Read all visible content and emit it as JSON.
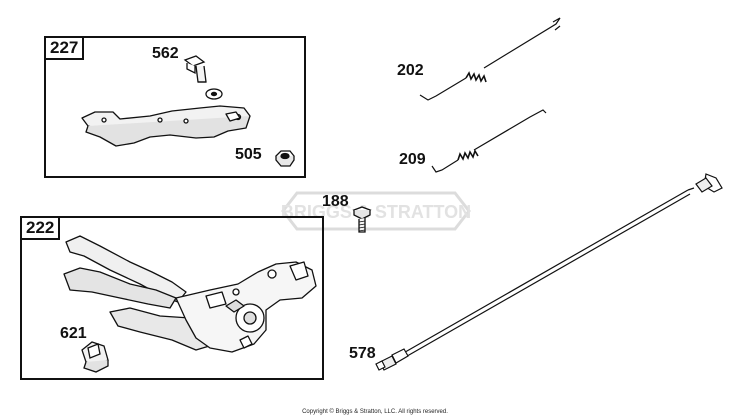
{
  "boxes": {
    "upper": {
      "number": "227"
    },
    "lower": {
      "number": "222"
    }
  },
  "parts": [
    {
      "number": "562"
    },
    {
      "number": "505"
    },
    {
      "number": "202"
    },
    {
      "number": "209"
    },
    {
      "number": "188"
    },
    {
      "number": "621"
    },
    {
      "number": "578"
    }
  ],
  "watermark": {
    "text": "BRIGGS & STRATTON"
  },
  "footer": {
    "copyright": "Copyright © Briggs & Stratton, LLC. All rights reserved."
  }
}
